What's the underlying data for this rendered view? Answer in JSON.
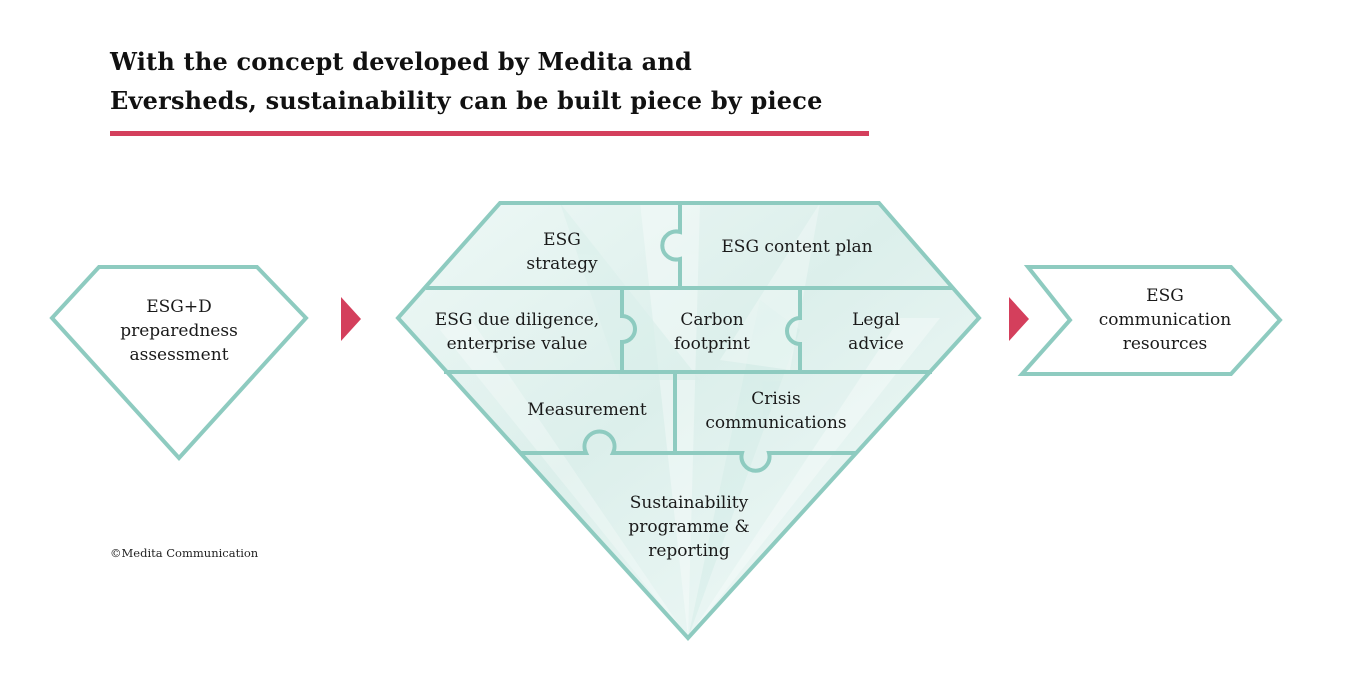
{
  "title": {
    "line1": "With the concept developed by Medita and",
    "line2": "Eversheds, sustainability can be built piece by piece"
  },
  "colors": {
    "accent_red": "#d43f5c",
    "outline_teal": "#8ecbc0",
    "fill_mint": "#e3f3f0",
    "text": "#1a1a1a"
  },
  "left_box": {
    "lines": [
      "ESG+D",
      "preparedness",
      "assessment"
    ]
  },
  "arrows": [
    {
      "icon": "arrow-right-icon"
    },
    {
      "icon": "arrow-right-icon"
    }
  ],
  "center_diamond": {
    "pieces": [
      {
        "id": "esg-strategy",
        "lines": [
          "ESG",
          "strategy"
        ]
      },
      {
        "id": "esg-content-plan",
        "lines": [
          "ESG content plan"
        ]
      },
      {
        "id": "esg-due-diligence",
        "lines": [
          "ESG due diligence,",
          "enterprise value"
        ]
      },
      {
        "id": "carbon-footprint",
        "lines": [
          "Carbon",
          "footprint"
        ]
      },
      {
        "id": "legal-advice",
        "lines": [
          "Legal",
          "advice"
        ]
      },
      {
        "id": "measurement",
        "lines": [
          "Measurement"
        ]
      },
      {
        "id": "crisis-communications",
        "lines": [
          "Crisis",
          "communications"
        ]
      },
      {
        "id": "sustainability-programme",
        "lines": [
          "Sustainability",
          "programme &",
          "reporting"
        ]
      }
    ]
  },
  "right_box": {
    "lines": [
      "ESG",
      "communication",
      "resources"
    ]
  },
  "credit": "©Medita Communication"
}
